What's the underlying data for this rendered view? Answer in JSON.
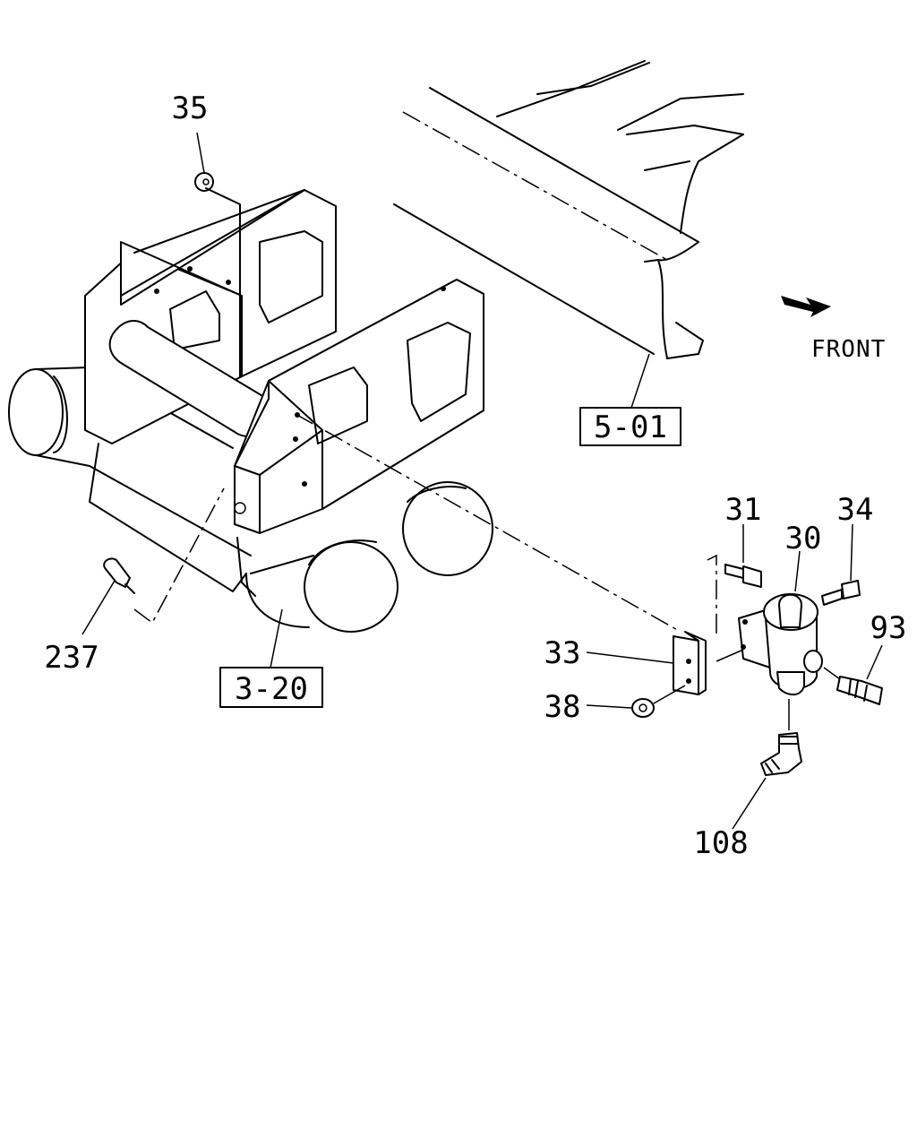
{
  "labels": {
    "p35": "35",
    "p31": "31",
    "p30": "30",
    "p34": "34",
    "p93": "93",
    "p33": "33",
    "p38": "38",
    "p108": "108",
    "p237": "237"
  },
  "refs": {
    "frame": "5-01",
    "axle": "3-20"
  },
  "direction": {
    "text": "FRONT"
  },
  "icons": [
    "front-arrow-icon"
  ]
}
